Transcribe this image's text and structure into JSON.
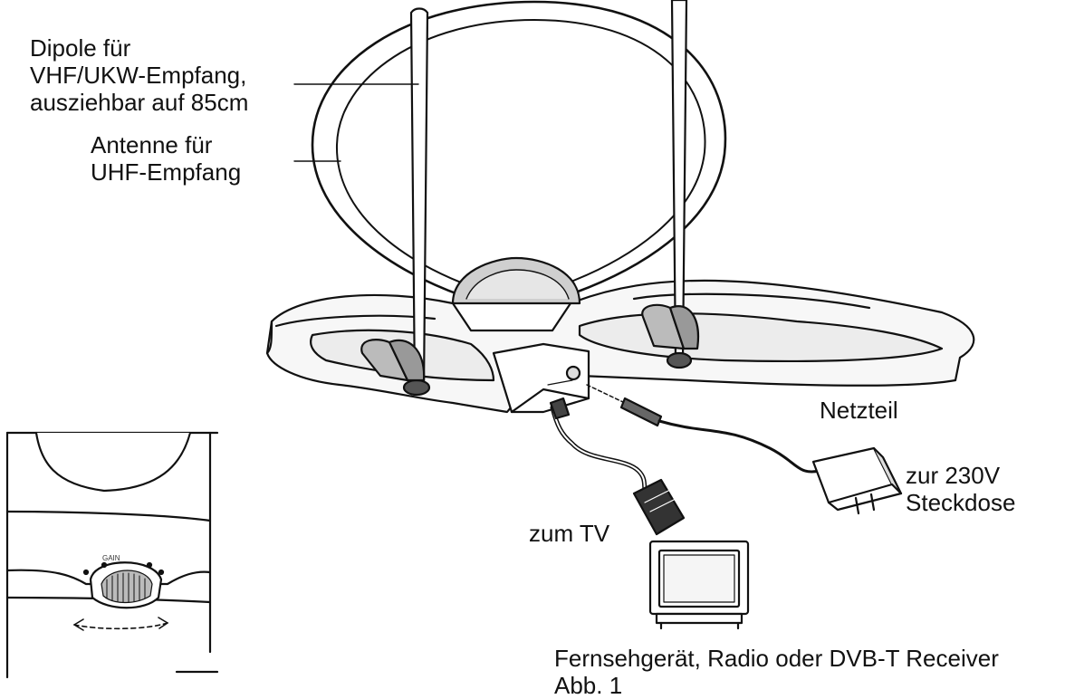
{
  "labels": {
    "vhf_dipole": [
      "Dipole für",
      "VHF/UKW-Empfang,",
      "ausziehbar auf 85cm"
    ],
    "uhf_antenna": [
      "Antenne für",
      "UHF-Empfang"
    ],
    "power_supply": "Netzteil",
    "wall_socket": [
      "zur 230V",
      "Steckdose"
    ],
    "to_tv": "zum TV",
    "devices": [
      "Fernsehgerät, Radio oder DVB-T Receiver",
      "Abb. 1"
    ]
  },
  "inset": {
    "gain_label": "GAIN"
  }
}
